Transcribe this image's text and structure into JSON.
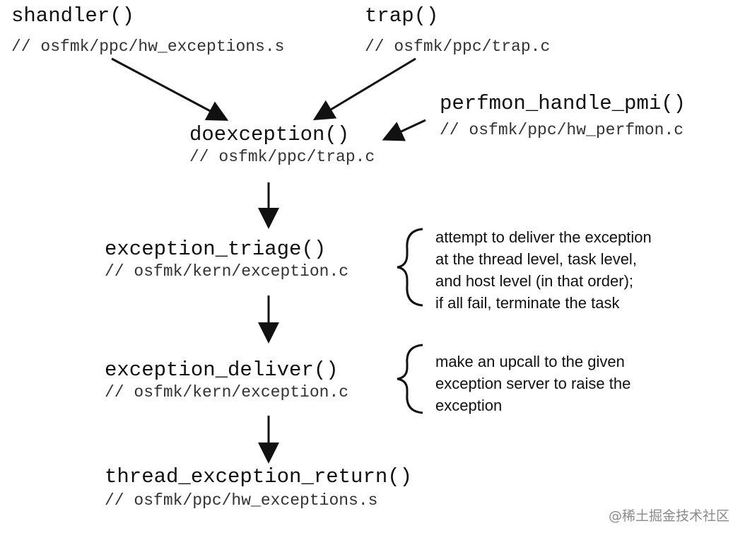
{
  "nodes": {
    "shandler": {
      "fn": "shandler()",
      "path": "// osfmk/ppc/hw_exceptions.s"
    },
    "trap": {
      "fn": "trap()",
      "path": "// osfmk/ppc/trap.c"
    },
    "perfmon": {
      "fn": "perfmon_handle_pmi()",
      "path": "// osfmk/ppc/hw_perfmon.c"
    },
    "doexception": {
      "fn": "doexception()",
      "path": "// osfmk/ppc/trap.c"
    },
    "triage": {
      "fn": "exception_triage()",
      "path": "// osfmk/kern/exception.c"
    },
    "deliver": {
      "fn": "exception_deliver()",
      "path": "// osfmk/kern/exception.c"
    },
    "thread_return": {
      "fn": "thread_exception_return()",
      "path": "// osfmk/ppc/hw_exceptions.s"
    }
  },
  "notes": {
    "triage": [
      "attempt to deliver the exception",
      "at the thread level, task level,",
      "and host level (in that order);",
      "if all fail, terminate the task"
    ],
    "deliver": [
      "make an upcall to the given",
      "exception server to raise the",
      "exception"
    ]
  },
  "watermark": "@稀土掘金技术社区"
}
